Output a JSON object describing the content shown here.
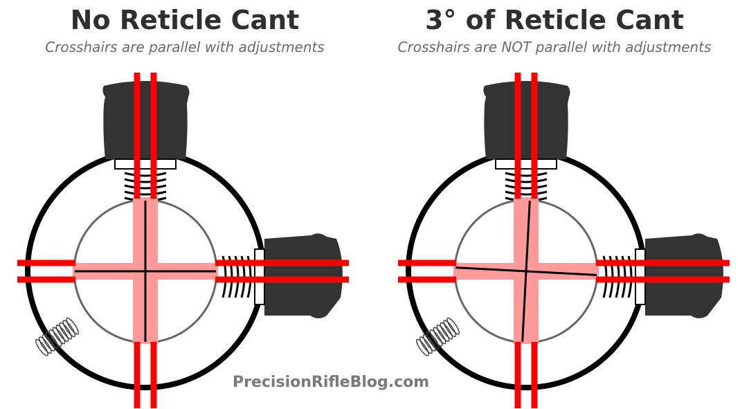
{
  "panels": [
    {
      "title": "No Reticle Cant",
      "subtitle": "Crosshairs are parallel with adjustments",
      "cant_degrees": 0
    },
    {
      "title": "3° of Reticle Cant",
      "subtitle": "Crosshairs are NOT parallel with adjustments",
      "cant_degrees": 3
    }
  ],
  "watermark": "PrecisionRifleBlog.com",
  "colors": {
    "rail": "#ff0000",
    "rail_faded": "#ff9a9a",
    "turret": "#333333",
    "tube": "#000000",
    "inner_tube": "#666666"
  }
}
